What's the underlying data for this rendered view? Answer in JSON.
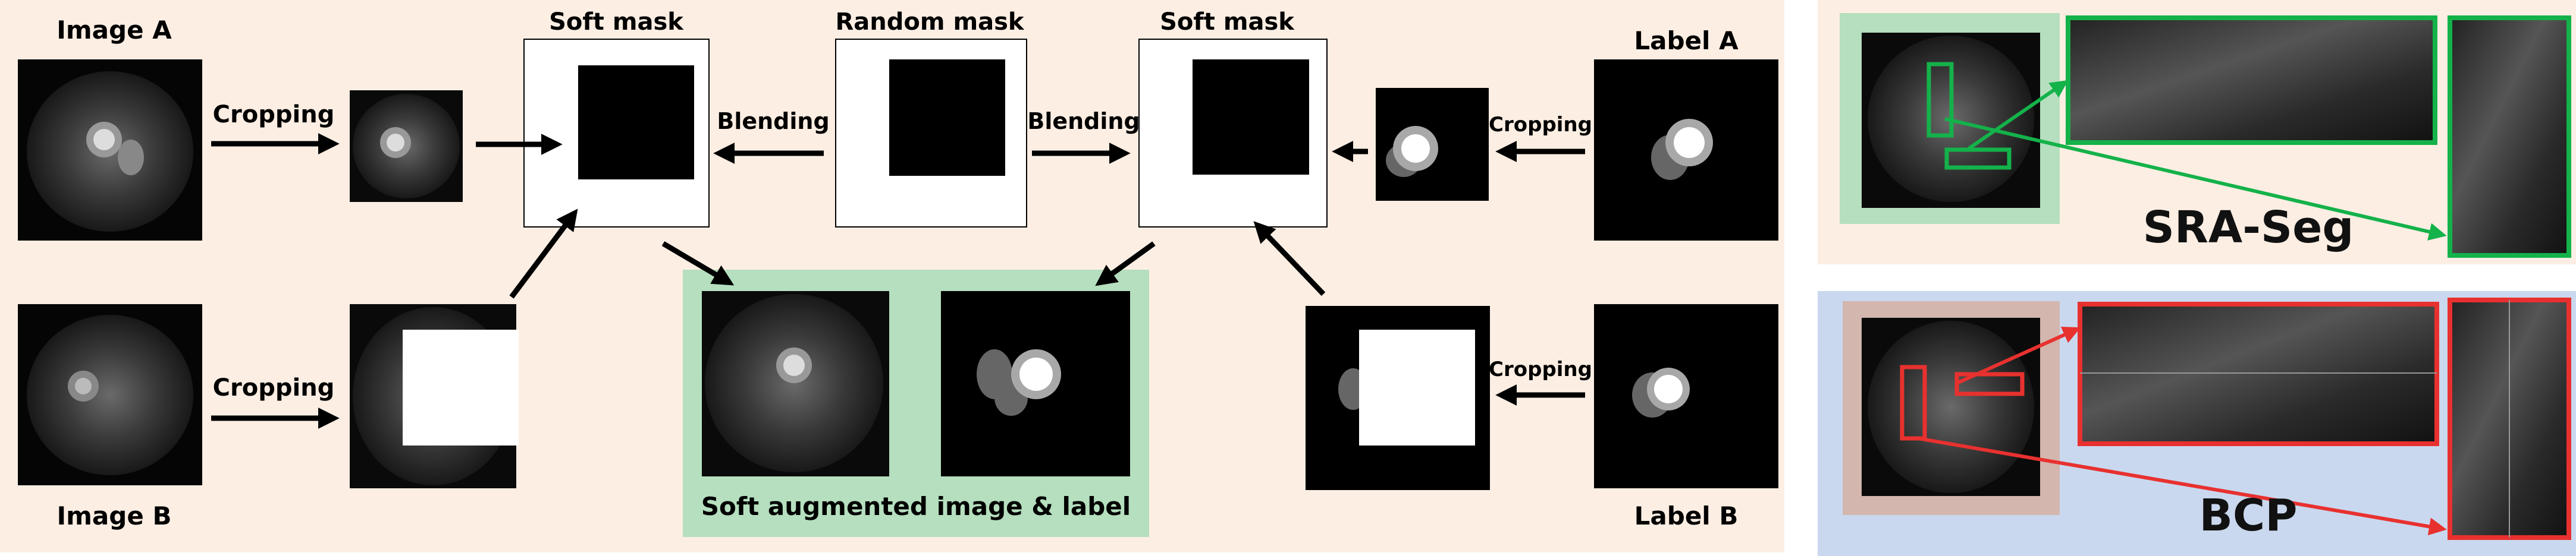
{
  "labels": {
    "image_a": "Image A",
    "image_b": "Image B",
    "cropping_1": "Cropping",
    "cropping_2": "Cropping",
    "cropping_3": "Cropping",
    "cropping_4": "Cropping",
    "soft_mask_1": "Soft mask",
    "random_mask": "Random mask",
    "soft_mask_2": "Soft mask",
    "blending_1": "Blending",
    "blending_2": "Blending",
    "label_a": "Label A",
    "label_b": "Label B",
    "soft_augmented": "Soft augmented image & label"
  },
  "comparison": {
    "top_method": "SRA-Seg",
    "bottom_method": "BCP"
  },
  "colors": {
    "main_bg": "#fdeee3",
    "right_top_bg": "#fdeee3",
    "right_bottom_bg": "#c9d8ee",
    "green_panel": "#b5dfbe",
    "green_line": "#14b24a",
    "red_line": "#e8312f",
    "rose_panel": "#d3b6ad"
  }
}
